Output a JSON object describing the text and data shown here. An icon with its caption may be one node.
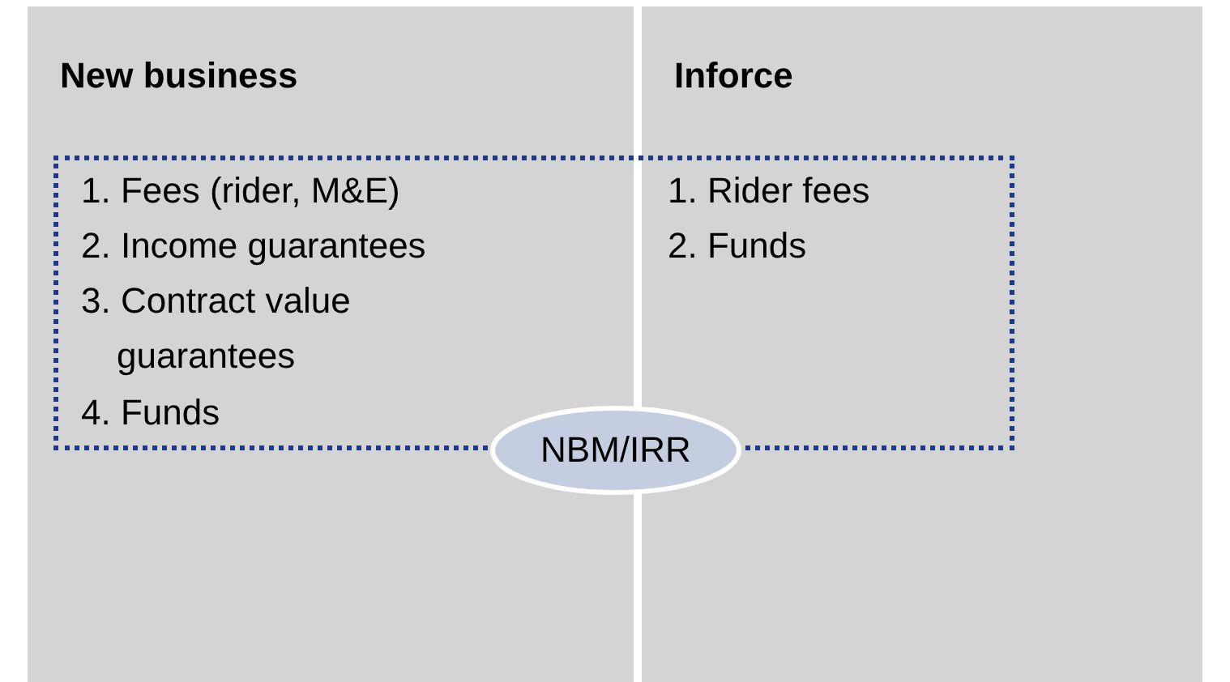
{
  "diagram": {
    "nodes": [
      {
        "text": [
          "New business"
        ]
      },
      {
        "text": [
          "Inforce"
        ]
      },
      {
        "text": [],
        "shape": "box"
      },
      {
        "text": [
          "NBM/IRR"
        ]
      }
    ],
    "labels": [
      "1. Fees (rider, M&E)",
      "2. Income guarantees",
      "3. Contract value guarantees",
      "4. Funds",
      "1. Rider fees",
      "2. Funds"
    ]
  }
}
